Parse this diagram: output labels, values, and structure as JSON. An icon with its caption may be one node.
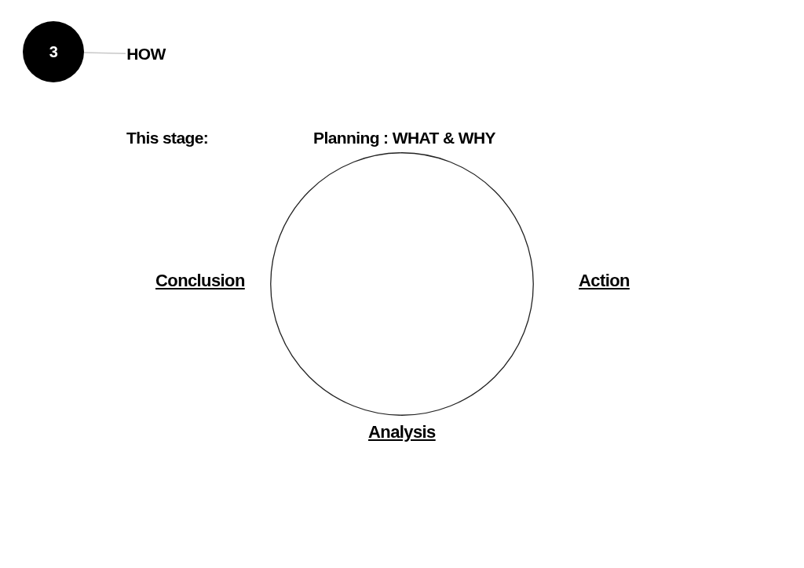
{
  "diagram": {
    "nodes": [
      {
        "text": [
          "3"
        ]
      },
      {
        "text": [
          "HOW"
        ]
      },
      {
        "text": [],
        "shape": "circle"
      }
    ],
    "edges": [
      {
        "from": 0,
        "to": 1,
        "arrow": "none"
      }
    ],
    "labels": [
      "This stage:",
      "Planning : WHAT & WHY",
      "Conclusion",
      "Action",
      "Analysis"
    ]
  }
}
